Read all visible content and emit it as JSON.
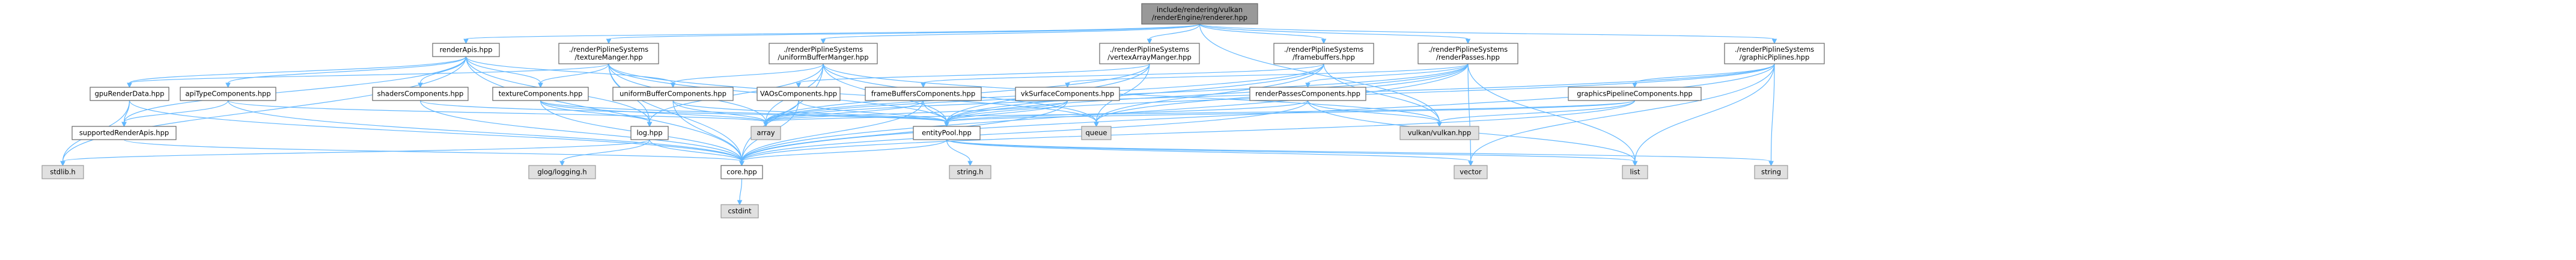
{
  "graph": {
    "nodes": [
      {
        "id": "root",
        "lines": [
          "include/rendering/vulkan",
          "/renderEngine/renderer.hpp"
        ],
        "kind": "root"
      },
      {
        "id": "renderApis",
        "lines": [
          "renderApis.hpp"
        ],
        "kind": "inc"
      },
      {
        "id": "textureManger",
        "lines": [
          "./renderPiplineSystems",
          "/textureManger.hpp"
        ],
        "kind": "inc"
      },
      {
        "id": "uniformBufferManger",
        "lines": [
          "./renderPiplineSystems",
          "/uniformBufferManger.hpp"
        ],
        "kind": "inc"
      },
      {
        "id": "vertexArrayManger",
        "lines": [
          "./renderPiplineSystems",
          "/vertexArrayManger.hpp"
        ],
        "kind": "inc"
      },
      {
        "id": "framebuffers",
        "lines": [
          "./renderPiplineSystems",
          "/framebuffers.hpp"
        ],
        "kind": "inc"
      },
      {
        "id": "renderPasses",
        "lines": [
          "./renderPiplineSystems",
          "/renderPasses.hpp"
        ],
        "kind": "inc"
      },
      {
        "id": "graphicPiplines",
        "lines": [
          "./renderPiplineSystems",
          "/graphicPiplines.hpp"
        ],
        "kind": "inc"
      },
      {
        "id": "gpuRenderData",
        "lines": [
          "gpuRenderData.hpp"
        ],
        "kind": "inc"
      },
      {
        "id": "apiTypeComponents",
        "lines": [
          "apiTypeComponents.hpp"
        ],
        "kind": "inc"
      },
      {
        "id": "shadersComponents",
        "lines": [
          "shadersComponents.hpp"
        ],
        "kind": "inc"
      },
      {
        "id": "textureComponents",
        "lines": [
          "textureComponents.hpp"
        ],
        "kind": "inc"
      },
      {
        "id": "uniformBufferComponents",
        "lines": [
          "uniformBufferComponents.hpp"
        ],
        "kind": "inc"
      },
      {
        "id": "VAOsComponents",
        "lines": [
          "VAOsComponents.hpp"
        ],
        "kind": "inc"
      },
      {
        "id": "frameBuffersComponents",
        "lines": [
          "frameBuffersComponents.hpp"
        ],
        "kind": "inc"
      },
      {
        "id": "vkSurfaceComponents",
        "lines": [
          "vkSurfaceComponents.hpp"
        ],
        "kind": "inc"
      },
      {
        "id": "renderPassesComponents",
        "lines": [
          "renderPassesComponents.hpp"
        ],
        "kind": "inc"
      },
      {
        "id": "graphicsPipelineComponents",
        "lines": [
          "graphicsPipelineComponents.hpp"
        ],
        "kind": "inc"
      },
      {
        "id": "supportedRenderApis",
        "lines": [
          "supportedRenderApis.hpp"
        ],
        "kind": "inc"
      },
      {
        "id": "log",
        "lines": [
          "log.hpp"
        ],
        "kind": "inc"
      },
      {
        "id": "array",
        "lines": [
          "array"
        ],
        "kind": "sys"
      },
      {
        "id": "entityPool",
        "lines": [
          "entityPool.hpp"
        ],
        "kind": "inc"
      },
      {
        "id": "queue",
        "lines": [
          "queue"
        ],
        "kind": "sys"
      },
      {
        "id": "vulkan",
        "lines": [
          "vulkan/vulkan.hpp"
        ],
        "kind": "sys"
      },
      {
        "id": "stdlib",
        "lines": [
          "stdlib.h"
        ],
        "kind": "sys"
      },
      {
        "id": "glog",
        "lines": [
          "glog/logging.h"
        ],
        "kind": "sys"
      },
      {
        "id": "core",
        "lines": [
          "core.hpp"
        ],
        "kind": "inc"
      },
      {
        "id": "stringh",
        "lines": [
          "string.h"
        ],
        "kind": "sys"
      },
      {
        "id": "vector",
        "lines": [
          "vector"
        ],
        "kind": "sys"
      },
      {
        "id": "list",
        "lines": [
          "list"
        ],
        "kind": "sys"
      },
      {
        "id": "string",
        "lines": [
          "string"
        ],
        "kind": "sys"
      },
      {
        "id": "cstdint",
        "lines": [
          "cstdint"
        ],
        "kind": "sys"
      }
    ],
    "edges": [
      [
        "root",
        "renderApis"
      ],
      [
        "root",
        "textureManger"
      ],
      [
        "root",
        "uniformBufferManger"
      ],
      [
        "root",
        "vertexArrayManger"
      ],
      [
        "root",
        "framebuffers"
      ],
      [
        "root",
        "renderPasses"
      ],
      [
        "root",
        "graphicPiplines"
      ],
      [
        "root",
        "vulkan"
      ],
      [
        "renderApis",
        "gpuRenderData"
      ],
      [
        "renderApis",
        "apiTypeComponents"
      ],
      [
        "renderApis",
        "shadersComponents"
      ],
      [
        "renderApis",
        "textureComponents"
      ],
      [
        "renderApis",
        "uniformBufferComponents"
      ],
      [
        "renderApis",
        "supportedRenderApis"
      ],
      [
        "renderApis",
        "stdlib"
      ],
      [
        "renderApis",
        "core"
      ],
      [
        "renderApis",
        "log"
      ],
      [
        "textureManger",
        "gpuRenderData"
      ],
      [
        "textureManger",
        "textureComponents"
      ],
      [
        "textureManger",
        "entityPool"
      ],
      [
        "textureManger",
        "log"
      ],
      [
        "textureManger",
        "array"
      ],
      [
        "textureManger",
        "queue"
      ],
      [
        "textureManger",
        "core"
      ],
      [
        "uniformBufferManger",
        "uniformBufferComponents"
      ],
      [
        "uniformBufferManger",
        "entityPool"
      ],
      [
        "uniformBufferManger",
        "log"
      ],
      [
        "uniformBufferManger",
        "array"
      ],
      [
        "uniformBufferManger",
        "queue"
      ],
      [
        "uniformBufferManger",
        "core"
      ],
      [
        "uniformBufferManger",
        "vulkan"
      ],
      [
        "vertexArrayManger",
        "VAOsComponents"
      ],
      [
        "vertexArrayManger",
        "entityPool"
      ],
      [
        "vertexArrayManger",
        "queue"
      ],
      [
        "vertexArrayManger",
        "array"
      ],
      [
        "framebuffers",
        "frameBuffersComponents"
      ],
      [
        "framebuffers",
        "entityPool"
      ],
      [
        "framebuffers",
        "queue"
      ],
      [
        "framebuffers",
        "array"
      ],
      [
        "framebuffers",
        "vulkan"
      ],
      [
        "renderPasses",
        "renderPassesComponents"
      ],
      [
        "renderPasses",
        "vkSurfaceComponents"
      ],
      [
        "renderPasses",
        "entityPool"
      ],
      [
        "renderPasses",
        "queue"
      ],
      [
        "renderPasses",
        "array"
      ],
      [
        "renderPasses",
        "vector"
      ],
      [
        "renderPasses",
        "list"
      ],
      [
        "renderPasses",
        "core"
      ],
      [
        "graphicPiplines",
        "graphicsPipelineComponents"
      ],
      [
        "graphicPiplines",
        "entityPool"
      ],
      [
        "graphicPiplines",
        "vector"
      ],
      [
        "graphicPiplines",
        "list"
      ],
      [
        "graphicPiplines",
        "string"
      ],
      [
        "graphicPiplines",
        "array"
      ],
      [
        "graphicPiplines",
        "core"
      ],
      [
        "gpuRenderData",
        "supportedRenderApis"
      ],
      [
        "gpuRenderData",
        "stdlib"
      ],
      [
        "gpuRenderData",
        "core"
      ],
      [
        "apiTypeComponents",
        "supportedRenderApis"
      ],
      [
        "apiTypeComponents",
        "array"
      ],
      [
        "apiTypeComponents",
        "core"
      ],
      [
        "shadersComponents",
        "entityPool"
      ],
      [
        "shadersComponents",
        "core"
      ],
      [
        "textureComponents",
        "entityPool"
      ],
      [
        "textureComponents",
        "array"
      ],
      [
        "textureComponents",
        "core"
      ],
      [
        "textureComponents",
        "log"
      ],
      [
        "uniformBufferComponents",
        "entityPool"
      ],
      [
        "uniformBufferComponents",
        "array"
      ],
      [
        "uniformBufferComponents",
        "core"
      ],
      [
        "VAOsComponents",
        "entityPool"
      ],
      [
        "VAOsComponents",
        "array"
      ],
      [
        "VAOsComponents",
        "core"
      ],
      [
        "frameBuffersComponents",
        "entityPool"
      ],
      [
        "frameBuffersComponents",
        "array"
      ],
      [
        "frameBuffersComponents",
        "core"
      ],
      [
        "vkSurfaceComponents",
        "entityPool"
      ],
      [
        "vkSurfaceComponents",
        "array"
      ],
      [
        "vkSurfaceComponents",
        "core"
      ],
      [
        "renderPassesComponents",
        "entityPool"
      ],
      [
        "renderPassesComponents",
        "vulkan"
      ],
      [
        "renderPassesComponents",
        "list"
      ],
      [
        "renderPassesComponents",
        "core"
      ],
      [
        "graphicsPipelineComponents",
        "entityPool"
      ],
      [
        "graphicsPipelineComponents",
        "vulkan"
      ],
      [
        "graphicsPipelineComponents",
        "array"
      ],
      [
        "graphicsPipelineComponents",
        "core"
      ],
      [
        "supportedRenderApis",
        "core"
      ],
      [
        "log",
        "glog"
      ],
      [
        "log",
        "stdlib"
      ],
      [
        "log",
        "core"
      ],
      [
        "entityPool",
        "core"
      ],
      [
        "entityPool",
        "stringh"
      ],
      [
        "entityPool",
        "vector"
      ],
      [
        "entityPool",
        "list"
      ],
      [
        "entityPool",
        "string"
      ],
      [
        "core",
        "cstdint"
      ]
    ]
  }
}
